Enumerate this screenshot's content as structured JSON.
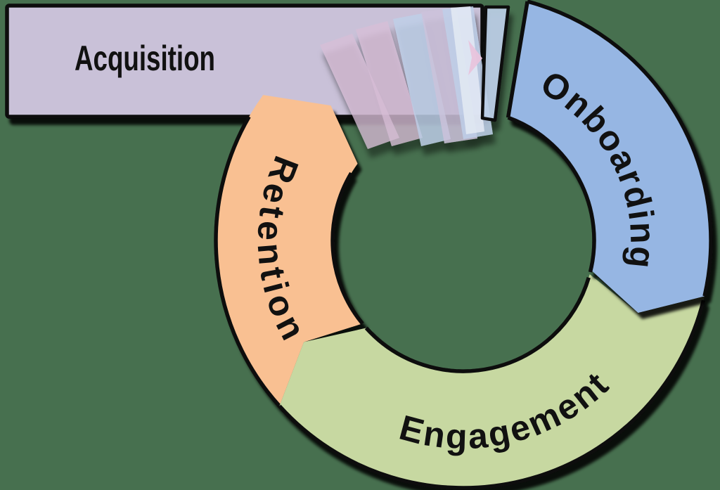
{
  "diagram": {
    "type": "cycle",
    "background_color": "#47704f",
    "outline_color": "#0b0b0b",
    "banner": {
      "label": "Acquisition",
      "fill": "#c9c1d8",
      "text_color": "#141414"
    },
    "segments": [
      {
        "id": "onboarding",
        "label": "Onboarding",
        "fill": "#96b6e3"
      },
      {
        "id": "engagement",
        "label": "Engagement",
        "fill": "#c7d8a1"
      },
      {
        "id": "retention",
        "label": "Retention",
        "fill": "#f9c092"
      }
    ],
    "cycle_order": [
      "Acquisition",
      "Onboarding",
      "Engagement",
      "Retention"
    ],
    "transition_wedges": {
      "pink": "#d8bed7",
      "blue": "#bed0e9",
      "lavender": "#cdc3dc",
      "white": "#e4eaf4",
      "arrow_pink": "#e9c4dd"
    }
  }
}
